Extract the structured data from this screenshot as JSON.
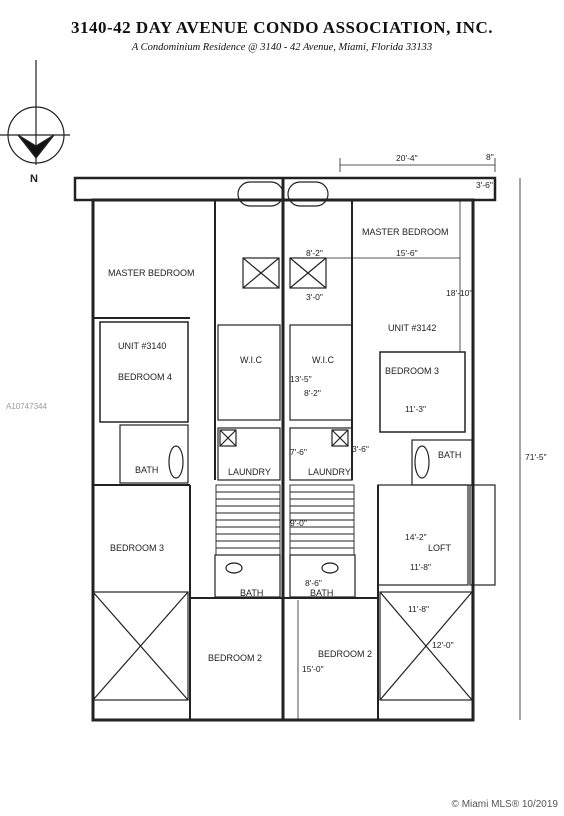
{
  "header": {
    "title": "3140-42 DAY AVENUE CONDO ASSOCIATION, INC.",
    "subtitle": "A Condominium Residence @ 3140 - 42 Avenue, Miami, Florida 33133"
  },
  "compass": {
    "label": "N"
  },
  "units": {
    "left": "UNIT #3140",
    "right": "UNIT #3142"
  },
  "rooms": {
    "master_left": "MASTER BEDROOM",
    "master_right": "MASTER BEDROOM",
    "bed4_left": "BEDROOM 4",
    "bed3_left": "BEDROOM 3",
    "bed3_right": "BEDROOM 3",
    "wic_left": "W.I.C",
    "wic_right": "W.I.C",
    "bath_left": "BATH",
    "bath_right": "BATH",
    "laundry_left": "LAUNDRY",
    "laundry_right": "LAUNDRY",
    "loft": "LOFT",
    "bath_low_left": "BATH",
    "bath_low_right": "BATH",
    "bed2_left": "BEDROOM 2",
    "bed2_right": "BEDROOM 2"
  },
  "dimensions": {
    "top_width": "20'-4\"",
    "top_overhang": "8\"",
    "top_depth": "3'-6\"",
    "master_w": "8'-2\"",
    "master_len": "15'-6\"",
    "master_depth": "18'-10\"",
    "closet_a": "3'-0\"",
    "wic_h": "13'-5\"",
    "wic_w": "8'-2\"",
    "bed3_h": "11'-3\"",
    "laundry_h": "7'-6\"",
    "laundry_w": "3'-6\"",
    "overall_depth": "71'-5\"",
    "stair": "9'-0\"",
    "loft_h": "14'-2\"",
    "loft_w": "11'-8\"",
    "bath_w": "8'-6\"",
    "lower_w": "11'-8\"",
    "lower_h": "12'-0\"",
    "bed2_h": "15'-0\""
  },
  "watermarks": {
    "side": "A10747344",
    "bottom": "© Miami MLS® 10/2019"
  }
}
